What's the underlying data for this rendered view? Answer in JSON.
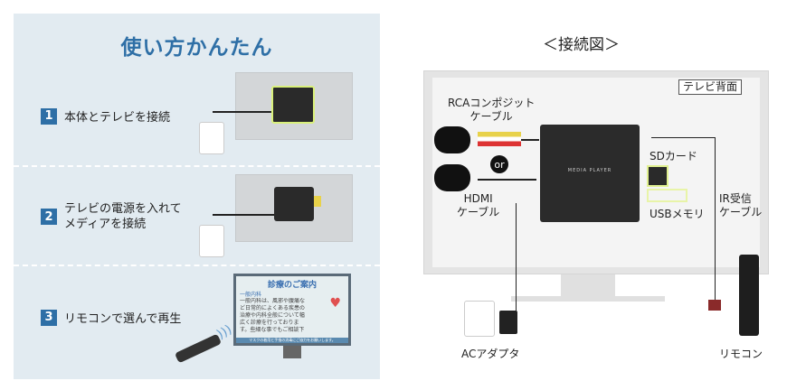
{
  "left": {
    "title": "使い方かんたん",
    "steps": [
      {
        "num": "1",
        "label": "本体とテレビを接続"
      },
      {
        "num": "2",
        "label": "テレビの電源を入れて\nメディアを接続"
      },
      {
        "num": "3",
        "label": "リモコンで選んで再生"
      }
    ],
    "screen": {
      "title": "診療のご案内",
      "heading": "一般内科",
      "body": "一般内科は、風邪や腹痛など日常的によくある疾患の治療や内科全般について幅広く診療を行っております。些細な事でもご相談下さい。",
      "footer": "マスクの着用と手指の消毒にご協力をお願いします。"
    }
  },
  "right": {
    "title": "＜接続図＞",
    "tv_back": "テレビ背面",
    "rca": "RCAコンポジット\nケーブル",
    "or": "or",
    "hdmi": "HDMI\nケーブル",
    "device": "MEDIA PLAYER",
    "sd": "SDカード",
    "usb": "USBメモリ",
    "ir": "IR受信\nケーブル",
    "ac": "ACアダプタ",
    "remote": "リモコン"
  },
  "colors": {
    "accent": "#2e6fa6",
    "panel": "#e2ebf1"
  }
}
